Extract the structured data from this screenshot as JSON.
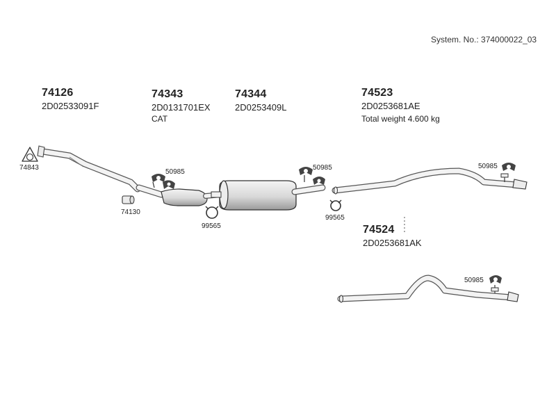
{
  "system_no": "System. No.: 374000022_03",
  "groups": [
    {
      "part": "74126",
      "code": "2D02533091F"
    },
    {
      "part": "74343",
      "code": "2D0131701EX",
      "note": "CAT"
    },
    {
      "part": "74344",
      "code": "2D0253409L"
    },
    {
      "part": "74523",
      "code": "2D0253681AE",
      "note": "Total weight 4.600 kg"
    },
    {
      "part": "74524",
      "code": "2D0253681AK"
    }
  ],
  "labels": {
    "gasket": "74843",
    "clamp": "74130",
    "hanger_a": "50985",
    "hanger_b": "50985",
    "hanger_c": "50985",
    "hanger_d": "50985",
    "ring_a": "99565",
    "ring_b": "99565"
  }
}
